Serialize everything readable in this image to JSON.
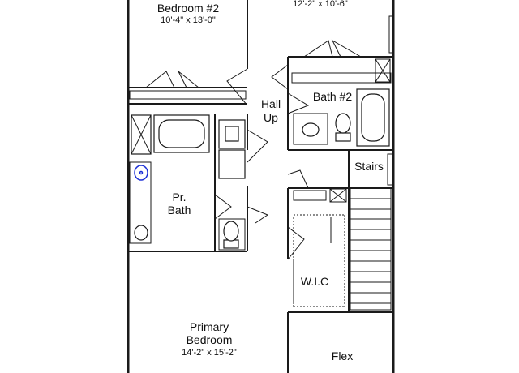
{
  "rooms": {
    "bedroom2": {
      "name": "Bedroom #2",
      "dims": "10'-4\" x 13'-0\""
    },
    "top_right": {
      "dims": "12'-2\" x 10'-6\""
    },
    "hall": {
      "line1": "Hall",
      "line2": "Up"
    },
    "bath2": {
      "name": "Bath #2"
    },
    "stairs": {
      "name": "Stairs"
    },
    "pr_bath": {
      "line1": "Pr.",
      "line2": "Bath"
    },
    "wic": {
      "name": "W.I.C"
    },
    "primary": {
      "line1": "Primary",
      "line2": "Bedroom",
      "dims": "14'-2\" x 15'-2\""
    },
    "flex": {
      "name": "Flex"
    }
  }
}
